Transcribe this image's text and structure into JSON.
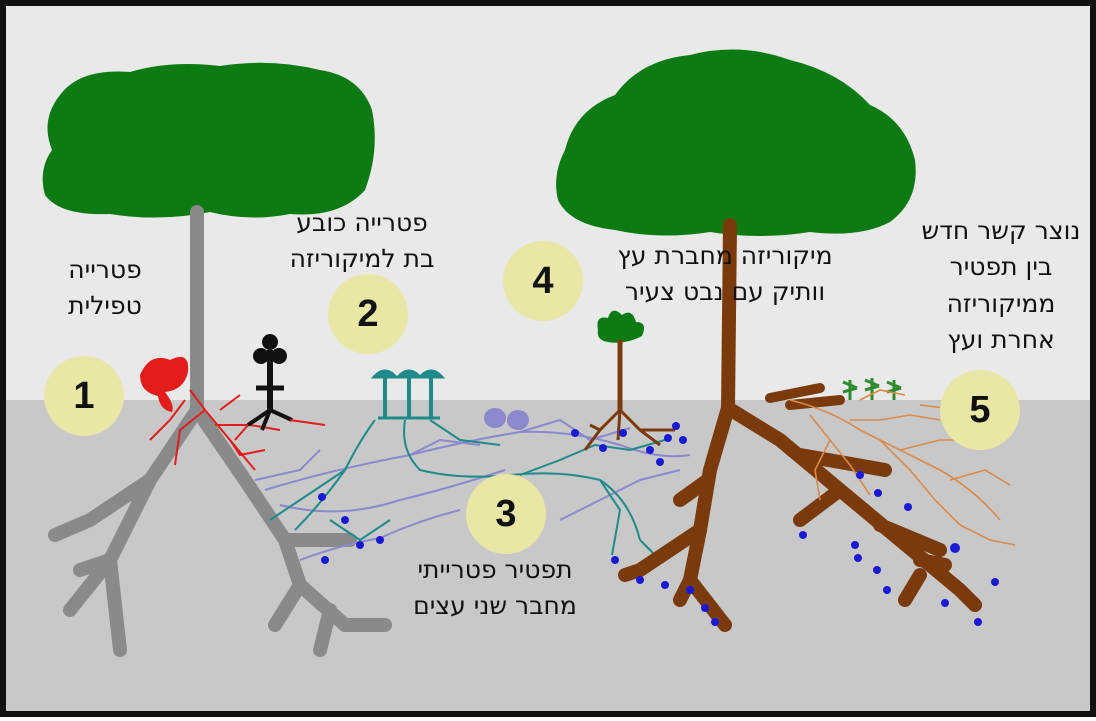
{
  "colors": {
    "sky": "#e9e9e9",
    "soil": "#c8c8c8",
    "canopy": "#0e7a13",
    "dead_trunk": "#8a8a8a",
    "trunk": "#7a3a0b",
    "parasitic_fungus": "#e31c1c",
    "mycorrhiza_teal": "#1f8a8a",
    "mycorrhiza_lavender": "#8c88cc",
    "hyphae_orange": "#d98a4b",
    "spore_dots": "#1a1ad6",
    "marker_circle": "#e9e7a5"
  },
  "markers": [
    {
      "number": "1",
      "text": "פטרייה\nטפילית"
    },
    {
      "number": "2",
      "text": "פטרייה כובע\nבת למיקוריזה"
    },
    {
      "number": "3",
      "text": "תפטיר פטרייתי\nמחבר שני עצים"
    },
    {
      "number": "4",
      "text": "מיקוריזה מחברת עץ\nוותיק עם נבט צעיר"
    },
    {
      "number": "5",
      "text": "נוצר קשר חדש\nבין תפטיר\nממיקוריזה\nאחרת ועץ"
    }
  ]
}
